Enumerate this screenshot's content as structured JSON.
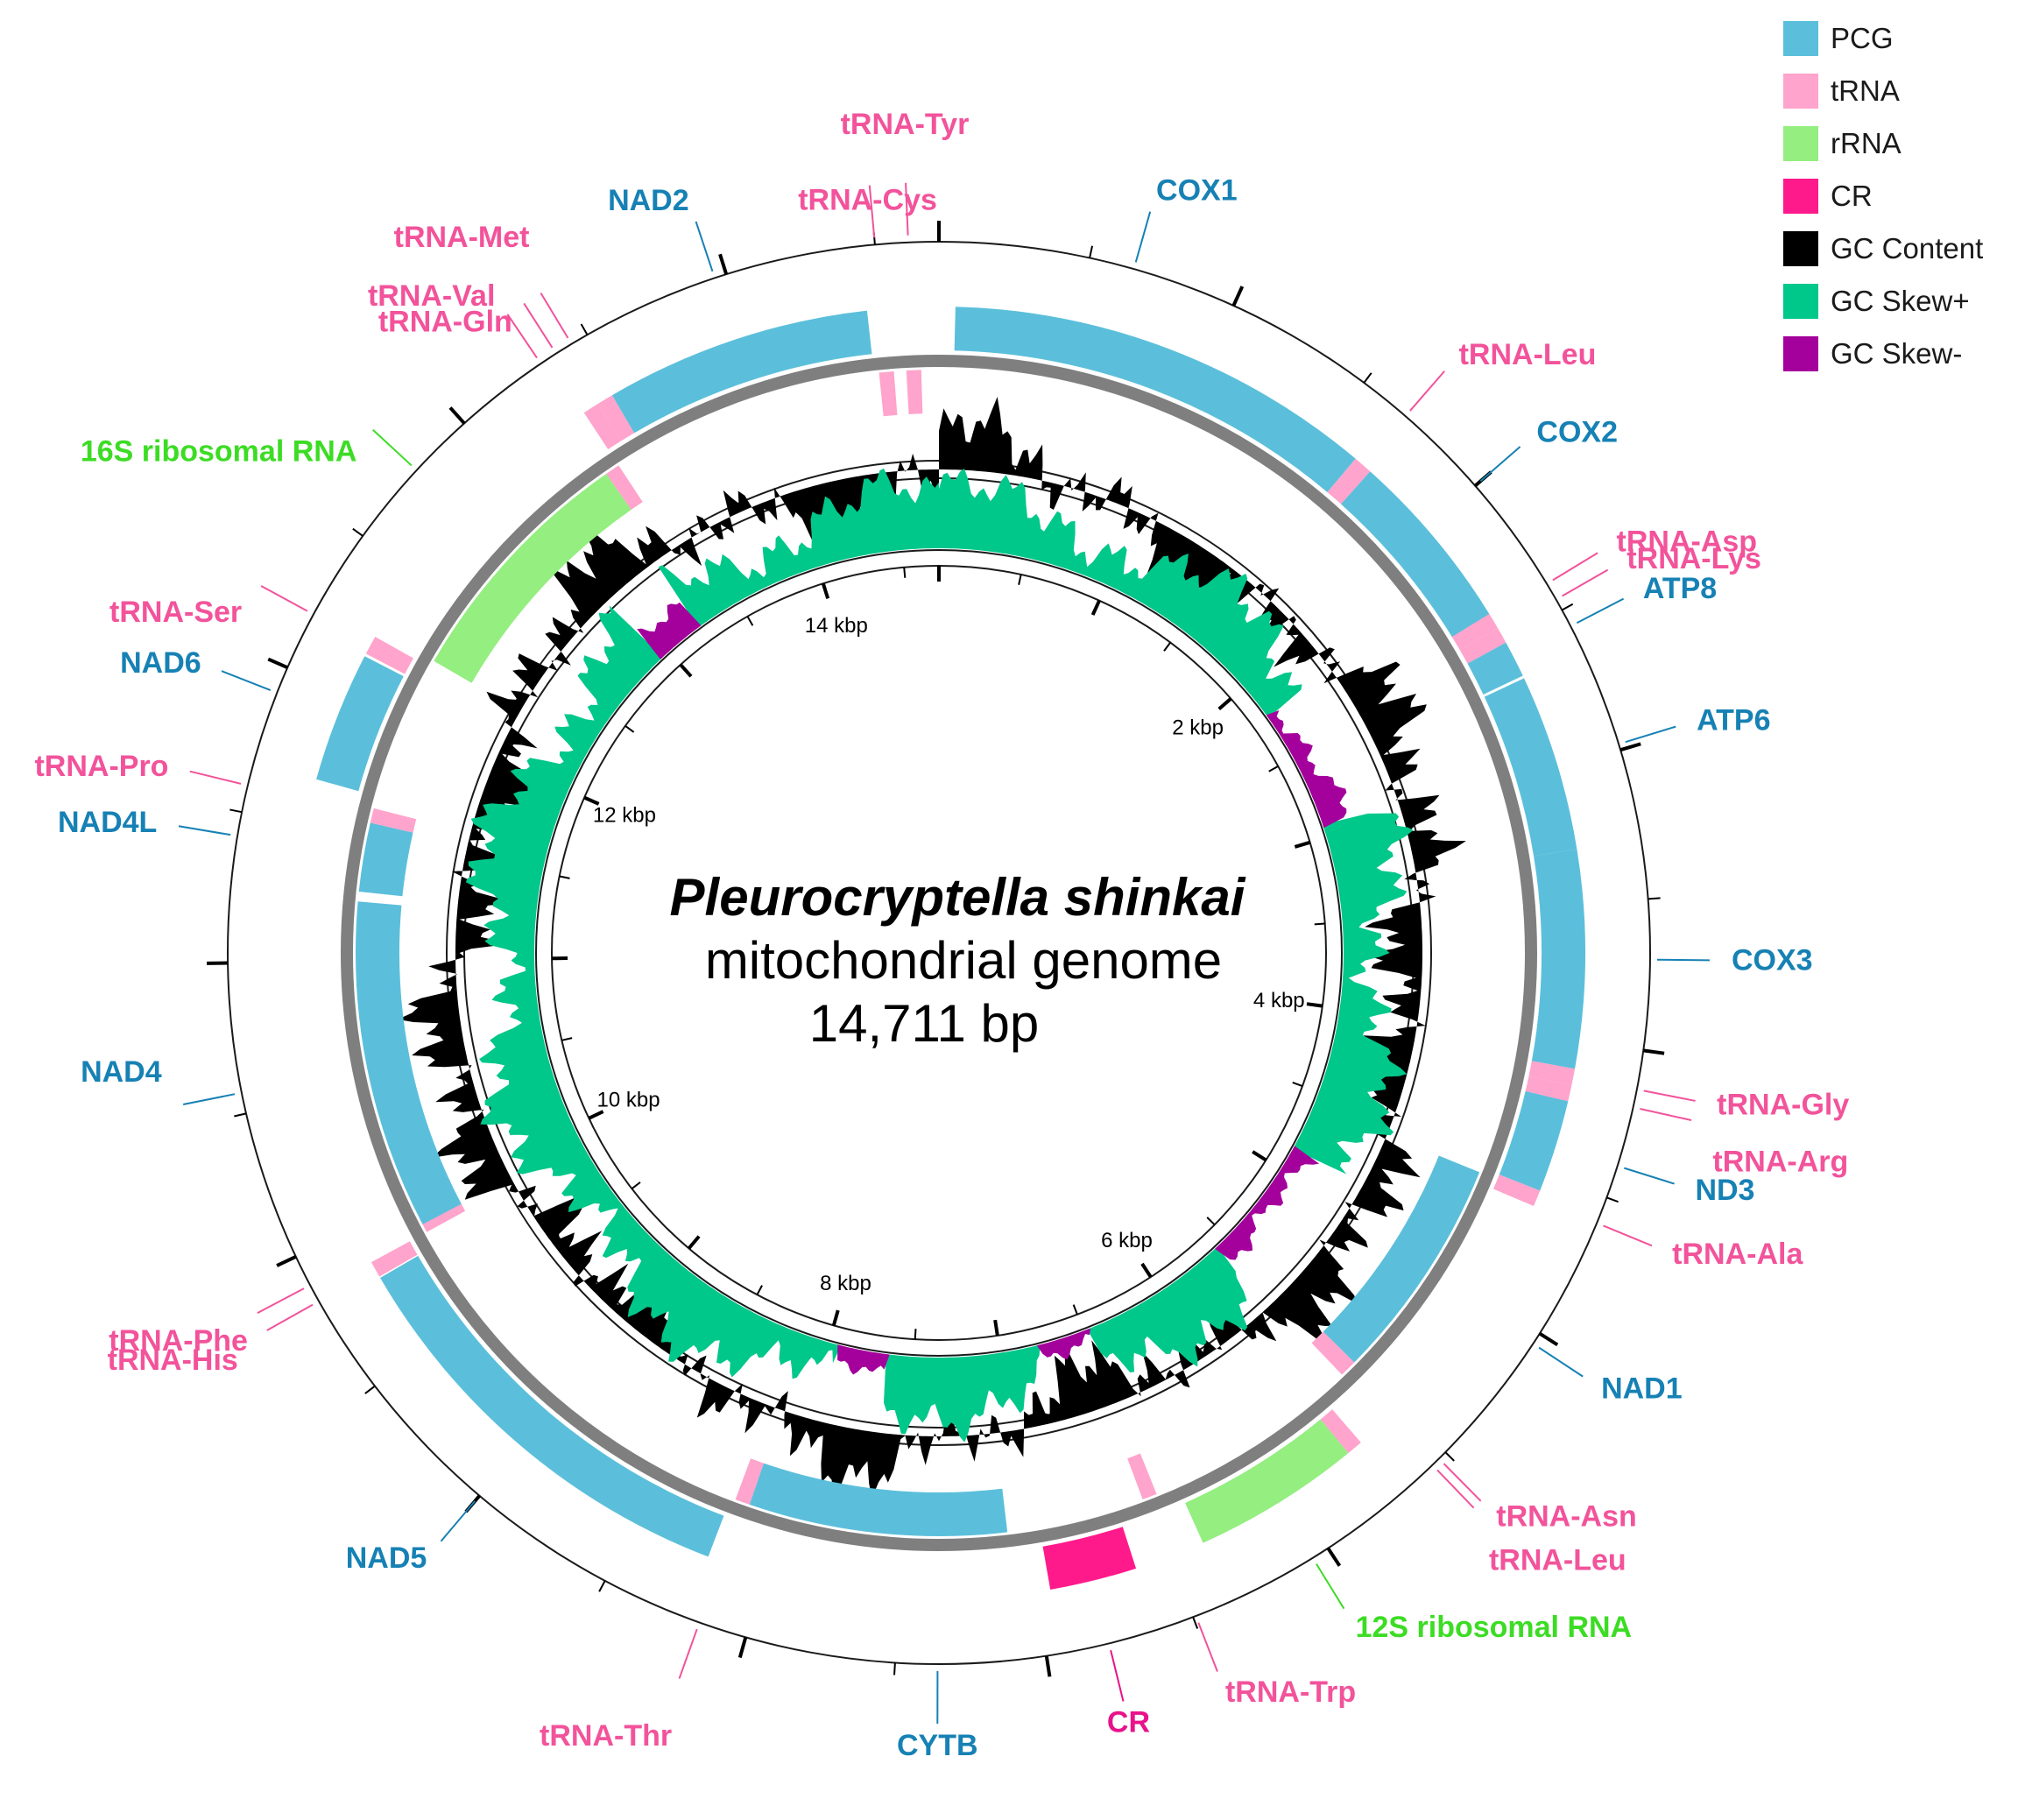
{
  "title": {
    "species": "Pleurocryptella shinkai",
    "line2": "mitochondrial genome",
    "line3": "14,711 bp"
  },
  "genome_length": 14711,
  "colors": {
    "PCG": "#5bbfdb",
    "tRNA": "#ffa4cc",
    "rRNA": "#94ee80",
    "CR": "#ff1a8c",
    "gc_content": "#000000",
    "gc_skew_pos": "#00c78a",
    "gc_skew_neg": "#a4009c",
    "pcg_label": "#1681b4",
    "trna_label": "#f2539b",
    "rrna_label": "#3cdc24",
    "cr_label": "#e8128a"
  },
  "legend": [
    {
      "label": "PCG",
      "color": "#5bbfdb"
    },
    {
      "label": "tRNA",
      "color": "#ffa4cc"
    },
    {
      "label": "rRNA",
      "color": "#94ee80"
    },
    {
      "label": "CR",
      "color": "#ff1a8c"
    },
    {
      "label": "GC Content",
      "color": "#000000"
    },
    {
      "label": "GC Skew+",
      "color": "#00c78a"
    },
    {
      "label": "GC Skew-",
      "color": "#a4009c"
    }
  ],
  "scale_labels": [
    "2 kbp",
    "4 kbp",
    "6 kbp",
    "8 kbp",
    "10 kbp",
    "12 kbp",
    "14 kbp"
  ],
  "features": [
    {
      "name": "COX1",
      "type": "PCG",
      "start": 60,
      "end": 1640,
      "strand": "+"
    },
    {
      "name": "tRNA-Leu",
      "type": "tRNA",
      "start": 1640,
      "end": 1710,
      "strand": "+"
    },
    {
      "name": "COX2",
      "type": "PCG",
      "start": 1710,
      "end": 2390,
      "strand": "+"
    },
    {
      "name": "tRNA-Lys",
      "type": "tRNA",
      "start": 2385,
      "end": 2445,
      "strand": "+"
    },
    {
      "name": "tRNA-Asp",
      "type": "tRNA",
      "start": 2445,
      "end": 2505,
      "strand": "+"
    },
    {
      "name": "ATP8",
      "type": "PCG",
      "start": 2505,
      "end": 2640,
      "strand": "+"
    },
    {
      "name": "ATP6",
      "type": "PCG",
      "start": 2650,
      "end": 3300,
      "strand": "+"
    },
    {
      "name": "COX3",
      "type": "PCG",
      "start": 3300,
      "end": 4100,
      "strand": "+"
    },
    {
      "name": "tRNA-Gly",
      "type": "tRNA",
      "start": 4100,
      "end": 4160,
      "strand": "+"
    },
    {
      "name": "tRNA-Arg",
      "type": "tRNA",
      "start": 4160,
      "end": 4220,
      "strand": "+"
    },
    {
      "name": "ND3",
      "type": "PCG",
      "start": 4220,
      "end": 4560,
      "strand": "+"
    },
    {
      "name": "tRNA-Ala",
      "type": "tRNA",
      "start": 4560,
      "end": 4620,
      "strand": "+"
    },
    {
      "name": "NAD1",
      "type": "PCG",
      "start": 4580,
      "end": 5500,
      "strand": "-"
    },
    {
      "name": "tRNA-Leu",
      "type": "tRNA",
      "start": 5500,
      "end": 5570,
      "strand": "-"
    },
    {
      "name": "tRNA-Asn",
      "type": "tRNA",
      "start": 5690,
      "end": 5750,
      "strand": "+"
    },
    {
      "name": "12S ribosomal RNA",
      "type": "rRNA",
      "start": 5750,
      "end": 6370,
      "strand": "+"
    },
    {
      "name": "tRNA-Trp",
      "type": "tRNA",
      "start": 6460,
      "end": 6520,
      "strand": "-"
    },
    {
      "name": "CR",
      "type": "CR",
      "start": 6630,
      "end": 6950,
      "strand": "+"
    },
    {
      "name": "CYTB",
      "type": "PCG",
      "start": 7080,
      "end": 8130,
      "strand": "-"
    },
    {
      "name": "tRNA-Thr",
      "type": "tRNA",
      "start": 8130,
      "end": 8190,
      "strand": "-"
    },
    {
      "name": "NAD5",
      "type": "PCG",
      "start": 8210,
      "end": 9800,
      "strand": "+"
    },
    {
      "name": "tRNA-Phe",
      "type": "tRNA",
      "start": 9805,
      "end": 9865,
      "strand": "+"
    },
    {
      "name": "tRNA-His",
      "type": "tRNA",
      "start": 9865,
      "end": 9925,
      "strand": "-"
    },
    {
      "name": "NAD4",
      "type": "PCG",
      "start": 9900,
      "end": 11240,
      "strand": "-"
    },
    {
      "name": "NAD4L",
      "type": "PCG",
      "start": 11280,
      "end": 11560,
      "strand": "-"
    },
    {
      "name": "tRNA-Pro",
      "type": "tRNA",
      "start": 11560,
      "end": 11620,
      "strand": "-"
    },
    {
      "name": "NAD6",
      "type": "PCG",
      "start": 11670,
      "end": 12150,
      "strand": "+"
    },
    {
      "name": "tRNA-Ser",
      "type": "tRNA",
      "start": 12160,
      "end": 12230,
      "strand": "+"
    },
    {
      "name": "16S ribosomal RNA",
      "type": "rRNA",
      "start": 12260,
      "end": 13290,
      "strand": "-"
    },
    {
      "name": "tRNA-Val",
      "type": "tRNA",
      "start": 13290,
      "end": 13350,
      "strand": "-"
    },
    {
      "name": "tRNA-Gln",
      "type": "tRNA",
      "start": 13350,
      "end": 13410,
      "strand": "+"
    },
    {
      "name": "tRNA-Met",
      "type": "tRNA",
      "start": 13410,
      "end": 13470,
      "strand": "+"
    },
    {
      "name": "NAD2",
      "type": "PCG",
      "start": 13470,
      "end": 14450,
      "strand": "+"
    },
    {
      "name": "tRNA-Cys",
      "type": "tRNA",
      "start": 14470,
      "end": 14530,
      "strand": "-"
    },
    {
      "name": "tRNA-Tyr",
      "type": "tRNA",
      "start": 14580,
      "end": 14640,
      "strand": "-"
    }
  ],
  "callouts": [
    {
      "text": "COX1",
      "type": "PCG",
      "pos": 650
    },
    {
      "text": "tRNA-Leu",
      "type": "tRNA",
      "pos": 1675
    },
    {
      "text": "COX2",
      "type": "PCG",
      "pos": 2000
    },
    {
      "text": "tRNA-Asp",
      "type": "tRNA",
      "pos": 2400
    },
    {
      "text": "tRNA-Lys",
      "type": "tRNA",
      "pos": 2460
    },
    {
      "text": "ATP8",
      "type": "PCG",
      "pos": 2560
    },
    {
      "text": "ATP6",
      "type": "PCG",
      "pos": 2980
    },
    {
      "text": "COX3",
      "type": "PCG",
      "pos": 3700
    },
    {
      "text": "tRNA-Gly",
      "type": "tRNA",
      "pos": 4130
    },
    {
      "text": "tRNA-Arg",
      "type": "tRNA",
      "pos": 4190
    },
    {
      "text": "ND3",
      "type": "PCG",
      "pos": 4390
    },
    {
      "text": "tRNA-Ala",
      "type": "tRNA",
      "pos": 4590
    },
    {
      "text": "NAD1",
      "type": "PCG",
      "pos": 5040
    },
    {
      "text": "tRNA-Asn",
      "type": "tRNA",
      "pos": 5530
    },
    {
      "text": "tRNA-Leu",
      "type": "tRNA",
      "pos": 5560
    },
    {
      "text": "12S ribosomal RNA",
      "type": "rRNA",
      "pos": 6060
    },
    {
      "text": "tRNA-Trp",
      "type": "tRNA",
      "pos": 6490
    },
    {
      "text": "CR",
      "type": "CR",
      "pos": 6790
    },
    {
      "text": "CYTB",
      "type": "PCG",
      "pos": 7360
    },
    {
      "text": "tRNA-Thr",
      "type": "tRNA",
      "pos": 8160
    },
    {
      "text": "NAD5",
      "type": "PCG",
      "pos": 9000
    },
    {
      "text": "tRNA-Phe",
      "type": "tRNA",
      "pos": 9835
    },
    {
      "text": "tRNA-His",
      "type": "tRNA",
      "pos": 9895
    },
    {
      "text": "NAD4",
      "type": "PCG",
      "pos": 10570
    },
    {
      "text": "NAD4L",
      "type": "PCG",
      "pos": 11420
    },
    {
      "text": "tRNA-Pro",
      "type": "tRNA",
      "pos": 11590
    },
    {
      "text": "NAD6",
      "type": "PCG",
      "pos": 11910
    },
    {
      "text": "tRNA-Ser",
      "type": "tRNA",
      "pos": 12195
    },
    {
      "text": "16S ribosomal RNA",
      "type": "rRNA",
      "pos": 12780
    },
    {
      "text": "tRNA-Val",
      "type": "tRNA",
      "pos": 13320
    },
    {
      "text": "tRNA-Gln",
      "type": "tRNA",
      "pos": 13380
    },
    {
      "text": "tRNA-Met",
      "type": "tRNA",
      "pos": 13440
    },
    {
      "text": "NAD2",
      "type": "PCG",
      "pos": 13960
    },
    {
      "text": "tRNA-Cys",
      "type": "tRNA",
      "pos": 14500
    },
    {
      "text": "tRNA-Tyr",
      "type": "tRNA",
      "pos": 14610
    }
  ]
}
